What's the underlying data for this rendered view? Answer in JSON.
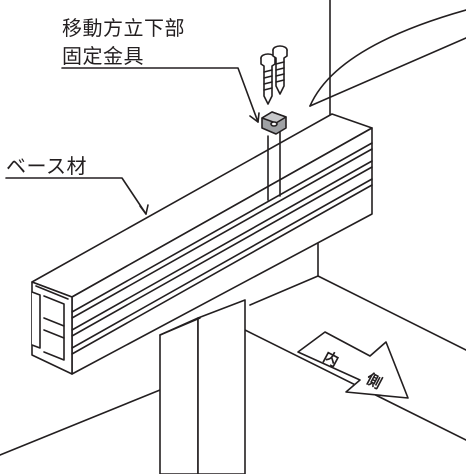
{
  "labels": {
    "part_line1": "移動方立下部",
    "part_line2": "固定金具",
    "base": "ベース材"
  },
  "direction_arrow": {
    "char1": "内",
    "char2": "側"
  },
  "colors": {
    "line": "#231f20",
    "fill": "#ffffff",
    "bracket": "#9fa1a4"
  }
}
